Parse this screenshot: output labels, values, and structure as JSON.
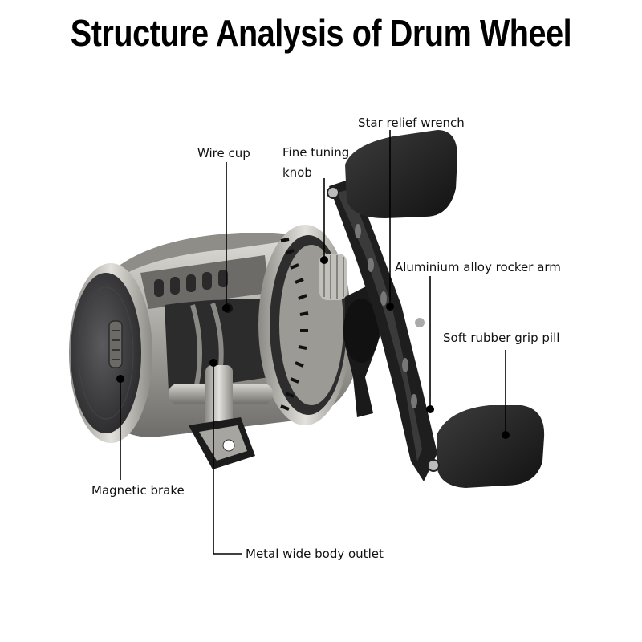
{
  "title": "Structure Analysis of Drum Wheel",
  "labels": {
    "star_relief_wrench": "Star relief wrench",
    "wire_cup": "Wire cup",
    "fine_tuning_knob": "Fine tuning knob",
    "rocker_arm": "Aluminium alloy rocker arm",
    "grip": "Soft rubber grip pill",
    "magnetic_brake": "Magnetic brake",
    "body_outlet": "Metal wide body outlet"
  },
  "colors": {
    "body_silver": "#b8b6b0",
    "dark_metal": "#3a3a3a",
    "handle_black": "#1c1c1c",
    "leader_line": "#000000"
  }
}
